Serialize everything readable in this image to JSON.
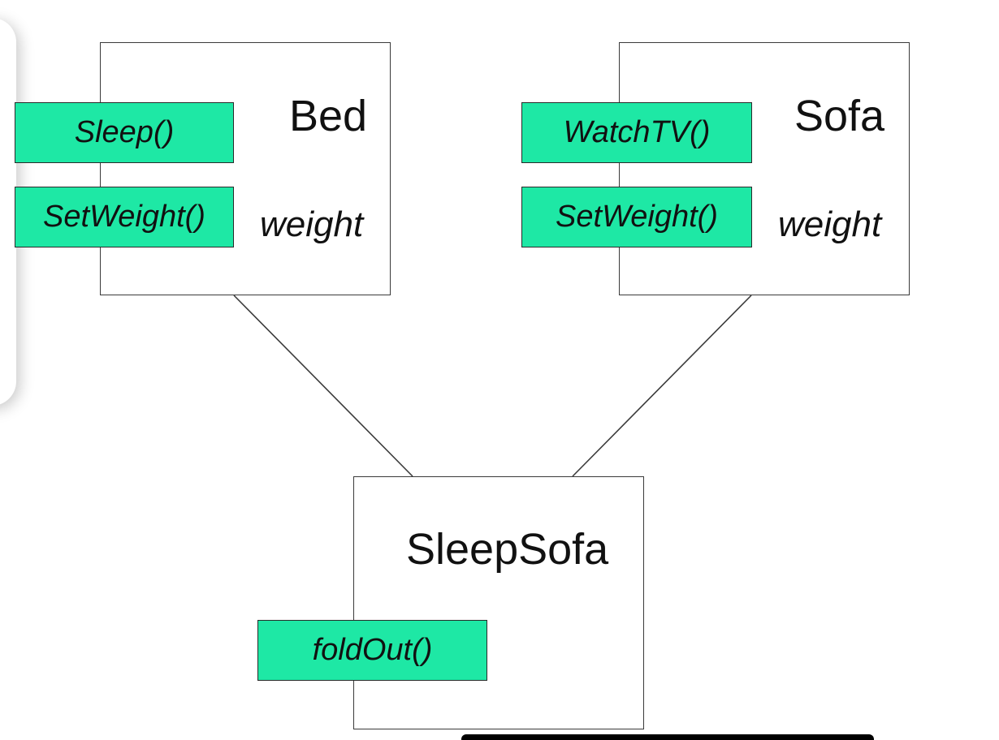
{
  "colors": {
    "method_fill": "#1ee8a5",
    "border": "#3a3a3a",
    "text": "#111111",
    "background": "#ffffff"
  },
  "classes": {
    "bed": {
      "name": "Bed",
      "attribute": "weight",
      "methods": [
        "Sleep()",
        "SetWeight()"
      ]
    },
    "sofa": {
      "name": "Sofa",
      "attribute": "weight",
      "methods": [
        "WatchTV()",
        "SetWeight()"
      ]
    },
    "sleepsofa": {
      "name": "SleepSofa",
      "methods": [
        "foldOut()"
      ]
    }
  }
}
